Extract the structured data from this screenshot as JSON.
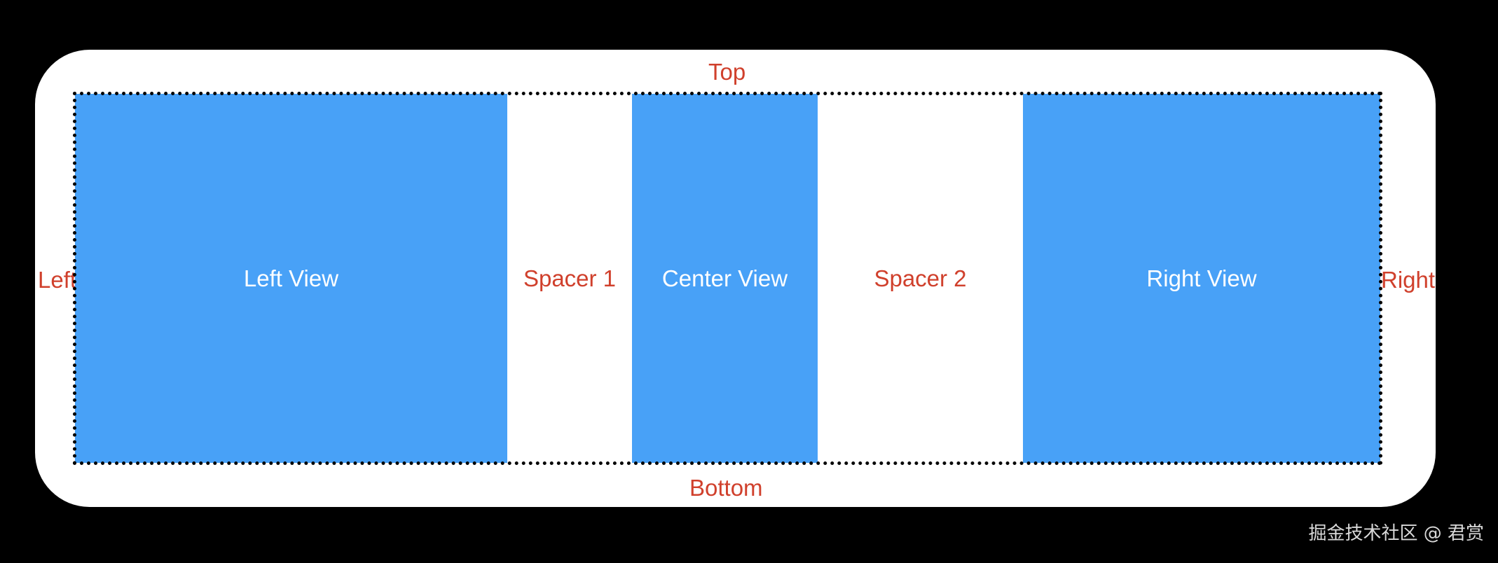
{
  "diagram": {
    "labels": {
      "top": "Top",
      "bottom": "Bottom",
      "left": "Left",
      "right": "Right"
    },
    "views": {
      "left": "Left View",
      "center": "Center View",
      "right": "Right View"
    },
    "spacers": {
      "spacer_1": "Spacer 1",
      "spacer_2": "Spacer 2"
    },
    "colors": {
      "view_fill": "#48a1f7",
      "label_red": "#d0402c",
      "card_background": "#ffffff",
      "page_background": "#000000"
    }
  },
  "watermark": {
    "text": "掘金技术社区 @ 君赏"
  }
}
